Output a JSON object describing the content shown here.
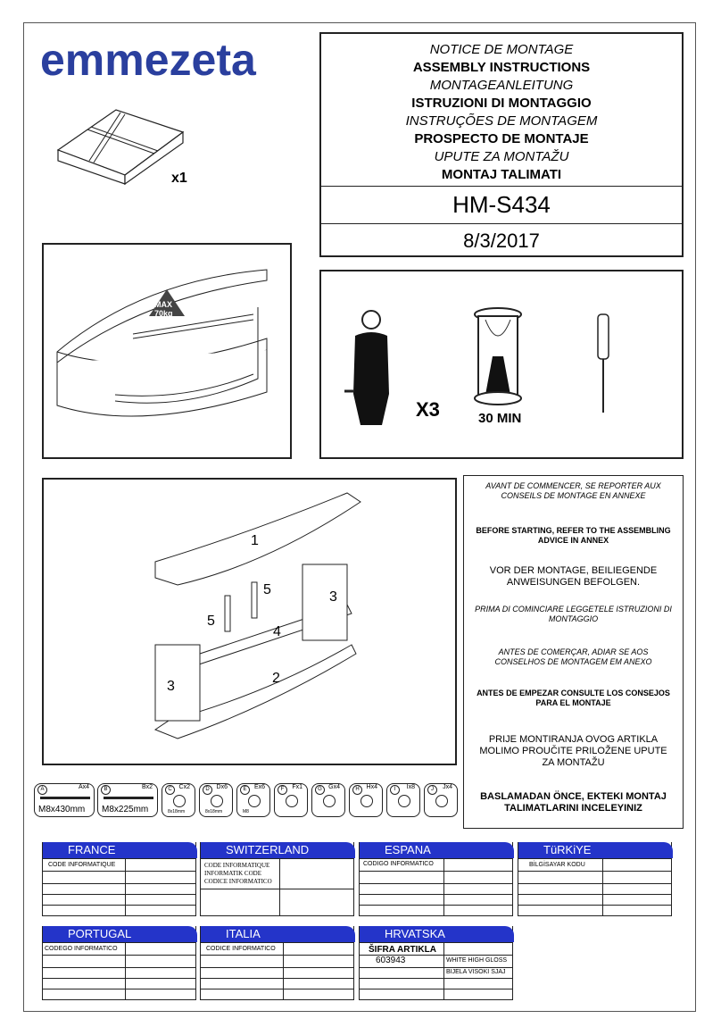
{
  "brand": "emmezeta",
  "quantity": "x1",
  "titles": [
    {
      "text": "NOTICE DE MONTAGE",
      "style": "italic"
    },
    {
      "text": "ASSEMBLY INSTRUCTIONS",
      "style": "bold"
    },
    {
      "text": "MONTAGEANLEITUNG",
      "style": "italic"
    },
    {
      "text": "ISTRUZIONI DI MONTAGGIO",
      "style": "bold"
    },
    {
      "text": "INSTRUÇÕES DE MONTAGEM",
      "style": "italic"
    },
    {
      "text": "PROSPECTO DE MONTAJE",
      "style": "bold"
    },
    {
      "text": "UPUTE ZA MONTAŽU",
      "style": "italic"
    },
    {
      "text": "MONTAJ TALIMATI",
      "style": "bold"
    }
  ],
  "model": "HM-S434",
  "date": "8/3/2017",
  "max_load": {
    "line1": "MAX",
    "line2": "70kg"
  },
  "tools": {
    "persons": "X3",
    "time": "30 MIN"
  },
  "parts_labels": [
    "1",
    "2",
    "3",
    "3",
    "4",
    "5",
    "5"
  ],
  "advice": [
    {
      "text": "AVANT DE COMMENCER, SE REPORTER AUX CONSEILS DE MONTAGE  EN ANNEXE",
      "style": "it small"
    },
    {
      "text": "BEFORE STARTING, REFER TO THE ASSEMBLING ADVICE IN ANNEX",
      "style": "bd small"
    },
    {
      "text": "VOR DER MONTAGE, BEILIEGENDE ANWEISUNGEN BEFOLGEN.",
      "style": "med"
    },
    {
      "text": "PRIMA DI COMINCIARE LEGGETELE ISTRUZIONI DI MONTAGGIO",
      "style": "it small"
    },
    {
      "text": "ANTES DE COMERÇAR, ADIAR SE AOS CONSELHOS DE MONTAGEM EM ANEXO",
      "style": "it small"
    },
    {
      "text": "ANTES DE EMPEZAR CONSULTE LOS CONSEJOS PARA EL MONTAJE",
      "style": "bd small"
    },
    {
      "text": "PRIJE MONTIRANJA OVOG ARTIKLA MOLIMO  PROUČITE PRILOŽENE UPUTE ZA MONTAŽU",
      "style": "med"
    },
    {
      "text": "BASLAMADAN ÖNCE, EKTEKI MONTAJ TALIMATLARINI INCELEYINIZ",
      "style": "bd med"
    }
  ],
  "hardware": [
    {
      "letter": "A",
      "count": "Ax4",
      "label": "M8x430mm"
    },
    {
      "letter": "B",
      "count": "Bx2",
      "label": "M8x225mm"
    },
    {
      "letter": "C",
      "count": "Cx2",
      "label": "8x18mm"
    },
    {
      "letter": "D",
      "count": "Dx6",
      "label": "8x18mm"
    },
    {
      "letter": "E",
      "count": "Ex6",
      "label": "M8"
    },
    {
      "letter": "F",
      "count": "Fx1",
      "label": ""
    },
    {
      "letter": "G",
      "count": "Gx4",
      "label": ""
    },
    {
      "letter": "H",
      "count": "Hx4",
      "label": ""
    },
    {
      "letter": "I",
      "count": "Ix8",
      "label": ""
    },
    {
      "letter": "J",
      "count": "Jx4",
      "label": ""
    }
  ],
  "tables": {
    "france": {
      "title": "FRANCE",
      "code_label": "CODE INFORMATIQUE"
    },
    "switzerland": {
      "title": "SWITZERLAND",
      "code_label": "CODE INFORMATIQUE\nINFORMATIK CODE\nCODICE INFORMATICO"
    },
    "espana": {
      "title": "ESPANA",
      "code_label": "CODIGO INFORMATICO"
    },
    "turkiye": {
      "title": "TüRKiYE",
      "code_label": "BİLGİSAYAR KODU"
    },
    "portugal": {
      "title": "PORTUGAL",
      "code_label": "CODEGO INFORMATICO"
    },
    "italia": {
      "title": "ITALIA",
      "code_label": "CODICE INFORMATICO"
    },
    "hrvatska": {
      "title": "HRVATSKA",
      "code_label": "ŠIFRA ARTIKLA",
      "code": "603943",
      "desc1": "WHITE HIGH GLOSS",
      "desc2": "BIJELA VISOKI SJAJ"
    }
  }
}
